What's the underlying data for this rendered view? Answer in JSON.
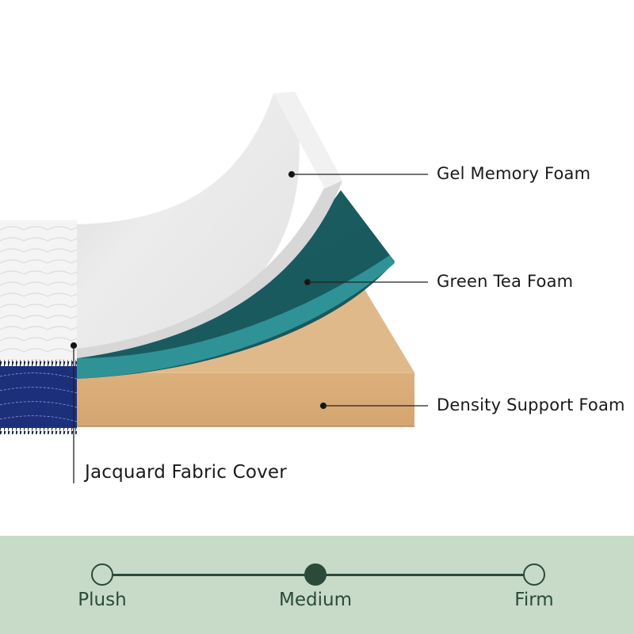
{
  "diagram": {
    "subject": "Mattress layer cross-section",
    "layers": [
      {
        "id": "gel",
        "label": "Gel Memory Foam",
        "color": "#e8e8e8"
      },
      {
        "id": "greentea",
        "label": "Green Tea Foam",
        "color": "#1f6b6e"
      },
      {
        "id": "support",
        "label": "Density Support Foam",
        "color": "#d9ad78"
      },
      {
        "id": "cover",
        "label": "Jacquard Fabric Cover",
        "color": "#1c2f7a"
      }
    ]
  },
  "firmness": {
    "levels": [
      {
        "label": "Plush",
        "active": false
      },
      {
        "label": "Medium",
        "active": true
      },
      {
        "label": "Firm",
        "active": false
      }
    ],
    "background": "#c8dbc8",
    "accent": "#2b4a3a"
  }
}
